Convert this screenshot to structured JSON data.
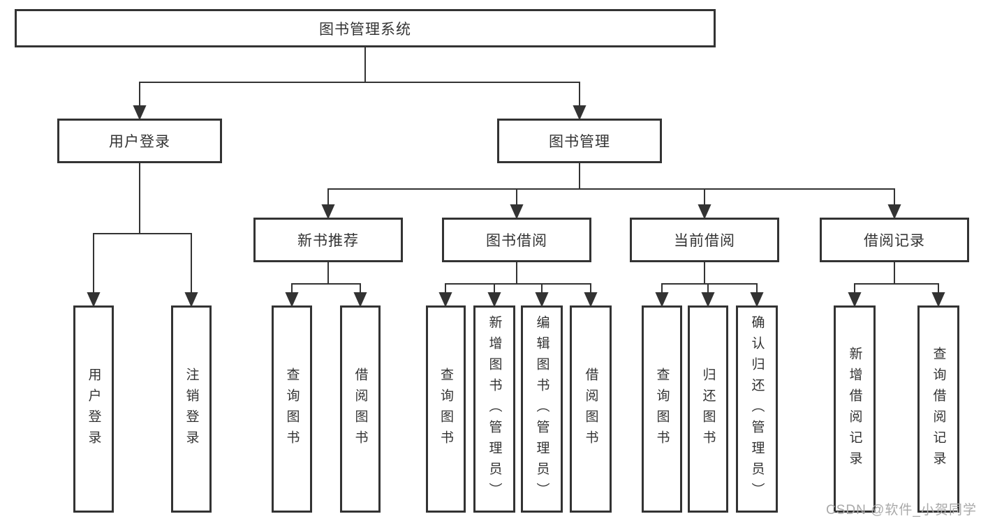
{
  "diagram": {
    "title": "图书管理系统",
    "root": {
      "label": "图书管理系统"
    },
    "branches": [
      {
        "label": "用户登录",
        "children": [
          {
            "label": "用户登录"
          },
          {
            "label": "注销登录"
          }
        ]
      },
      {
        "label": "图书管理",
        "children": [
          {
            "label": "新书推荐",
            "children": [
              {
                "label": "查询图书"
              },
              {
                "label": "借阅图书"
              }
            ]
          },
          {
            "label": "图书借阅",
            "children": [
              {
                "label": "查询图书"
              },
              {
                "label": "新增图书（管理员）"
              },
              {
                "label": "编辑图书（管理员）"
              },
              {
                "label": "借阅图书"
              }
            ]
          },
          {
            "label": "当前借阅",
            "children": [
              {
                "label": "查询图书"
              },
              {
                "label": "归还图书"
              },
              {
                "label": "确认归还（管理员）"
              }
            ]
          },
          {
            "label": "借阅记录",
            "children": [
              {
                "label": "新增借阅记录"
              },
              {
                "label": "查询借阅记录"
              }
            ]
          }
        ]
      }
    ]
  },
  "colors": {
    "line": "#333333",
    "box_border": "#333333",
    "text": "#333333",
    "watermark": "#a9a9a9",
    "background": "#ffffff"
  },
  "watermark": {
    "text": "CSDN @软件_小贺同学"
  }
}
